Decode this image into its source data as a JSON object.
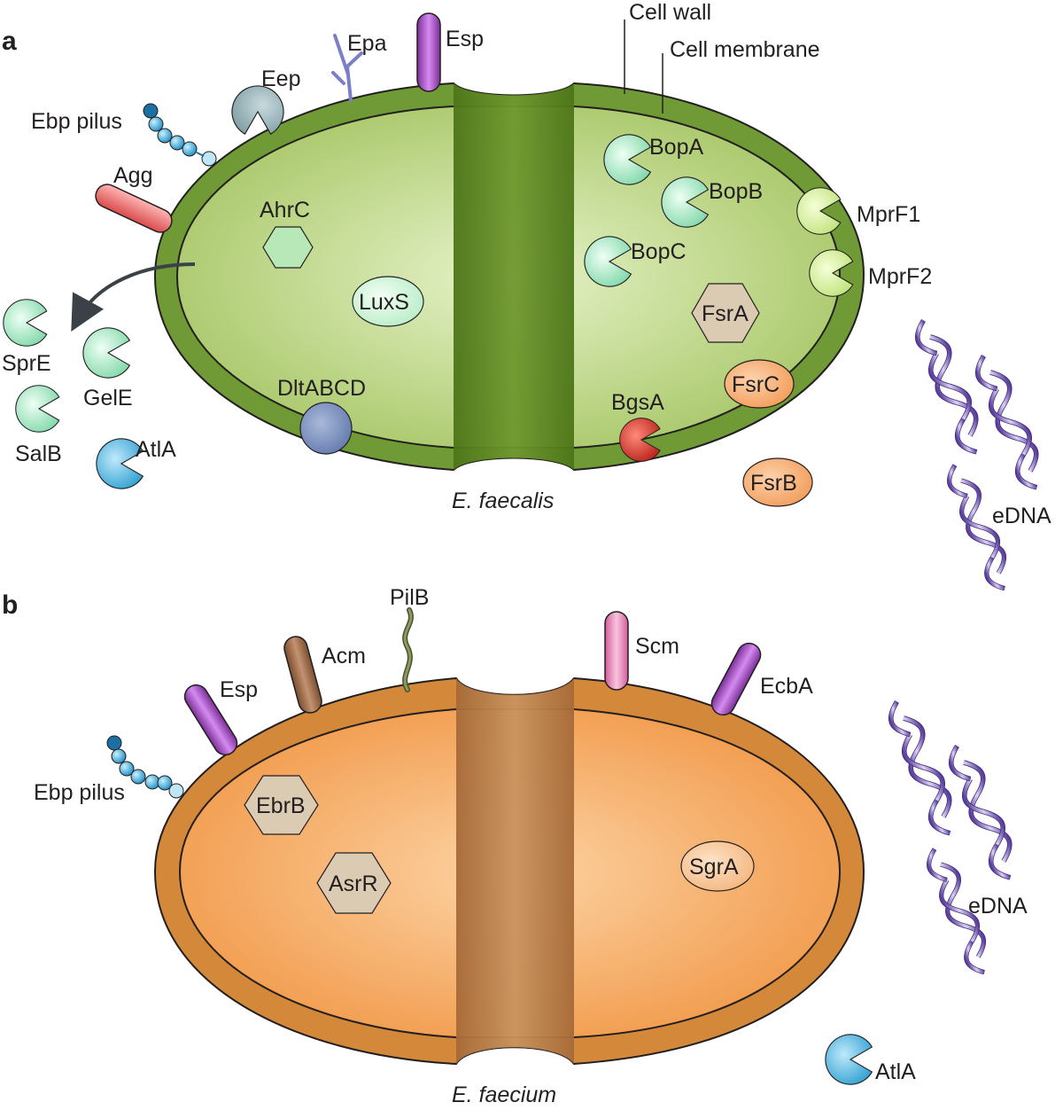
{
  "panels": {
    "a": {
      "letter": "a",
      "species": "E. faecalis",
      "structure_labels": {
        "cell_wall": "Cell wall",
        "cell_membrane": "Cell membrane"
      },
      "surface_proteins": {
        "epa": "Epa",
        "esp": "Esp",
        "eep": "Eep",
        "ebp_pilus": "Ebp pilus",
        "agg": "Agg"
      },
      "intracellular": {
        "ahrc": "AhrC",
        "luxs": "LuxS",
        "dltabcd": "DltABCD",
        "bopa": "BopA",
        "bopb": "BopB",
        "bopc": "BopC",
        "fsra": "FsrA",
        "fsrc": "FsrC",
        "bgsa": "BgsA"
      },
      "membrane_proteins": {
        "mprf1": "MprF1",
        "mprf2": "MprF2"
      },
      "secreted": {
        "spre": "SprE",
        "gele": "GelE",
        "salb": "SalB",
        "atla": "AtlA",
        "fsrb": "FsrB",
        "edna": "eDNA"
      }
    },
    "b": {
      "letter": "b",
      "species": "E. faecium",
      "surface_proteins": {
        "pilb": "PilB",
        "acm": "Acm",
        "esp": "Esp",
        "ebp_pilus": "Ebp pilus",
        "scm": "Scm",
        "ecba": "EcbA"
      },
      "intracellular": {
        "ebrb": "EbrB",
        "asrr": "AsrR",
        "sgra": "SgrA"
      },
      "secreted": {
        "edna": "eDNA",
        "atla": "AtlA"
      }
    }
  },
  "colors": {
    "faecalis_wall": "#6f9a35",
    "faecalis_cytoplasm": "#b3cf7a",
    "faecium_wall": "#d3883a",
    "faecium_cytoplasm": "#f5ac66",
    "outline": "#231f20",
    "pacman_green": "#a8e6c0",
    "pacman_blue": "#3fb0dc",
    "hexagon": "#dccbb3",
    "fsr_orange": "#f4a768",
    "bgsa_red": "#c9302c",
    "dltabcd": "#6f88b8",
    "esp_purple": "#9c4dbf",
    "agg_red": "#ea6a6a",
    "acm_brown": "#9a6b45",
    "scm_pink": "#e482b5",
    "epa_blue": "#7a7fc7",
    "dna_purple": "#8c6ac0"
  }
}
